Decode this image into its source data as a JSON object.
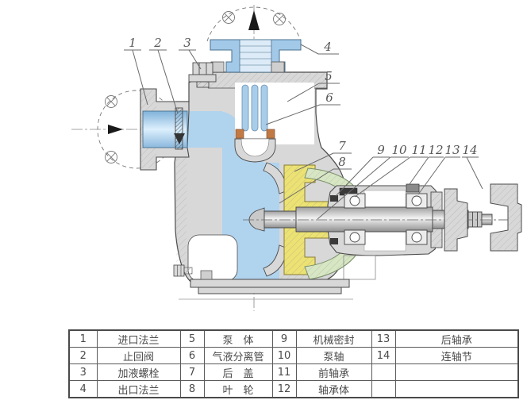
{
  "diagram": {
    "callouts": [
      "1",
      "2",
      "3",
      "4",
      "5",
      "6",
      "7",
      "8",
      "9",
      "10",
      "11",
      "12",
      "13",
      "14"
    ]
  },
  "parts_table": {
    "rows": [
      [
        "1",
        "进口法兰",
        "5",
        "泵　体",
        "9",
        "机械密封",
        "13",
        "后轴承"
      ],
      [
        "2",
        "止回阀",
        "6",
        "气液分离管",
        "10",
        "泵轴",
        "14",
        "连轴节"
      ],
      [
        "3",
        "加液螺栓",
        "7",
        "后　盖",
        "11",
        "前轴承",
        "",
        ""
      ],
      [
        "4",
        "出口法兰",
        "8",
        "叶　轮",
        "12",
        "轴承体",
        "",
        ""
      ]
    ]
  },
  "colors": {
    "liquid_blue": "#aed2ee",
    "flange_blue": "#a3c9e8",
    "casting_gray": "#d8d8d8",
    "seal_yellow": "#ece273",
    "cover_green": "#d7e6c3",
    "gasket_orange": "#c17a45",
    "outline": "#4a4a4a"
  }
}
